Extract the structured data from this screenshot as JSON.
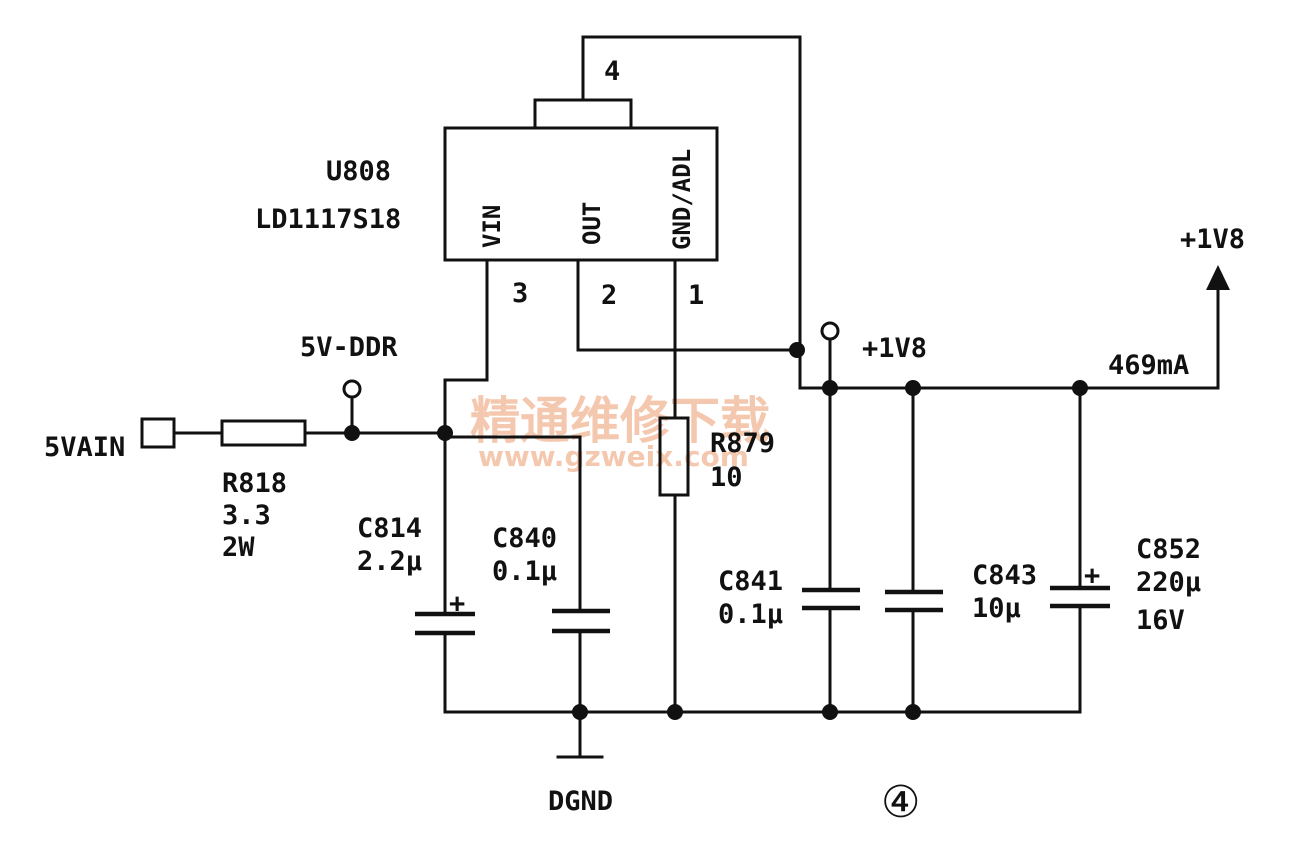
{
  "ic": {
    "ref": "U808",
    "part": "LD1117S18",
    "pins": {
      "vin": "VIN",
      "out": "OUT",
      "gnd": "GND/ADL"
    },
    "pin_numbers": {
      "tab": "4",
      "vin": "3",
      "out": "2",
      "gnd": "1"
    }
  },
  "nets": {
    "input": "5VAIN",
    "mid": "5V-DDR",
    "output_top": "+1V8",
    "output_probe": "+1V8",
    "current": "469mA",
    "ground": "DGND"
  },
  "components": {
    "r818": {
      "ref": "R818",
      "value": "3.3",
      "rating": "2W"
    },
    "r879": {
      "ref": "R879",
      "value": "10"
    },
    "c814": {
      "ref": "C814",
      "value": "2.2μ"
    },
    "c840": {
      "ref": "C840",
      "value": "0.1μ"
    },
    "c841": {
      "ref": "C841",
      "value": "0.1μ"
    },
    "c843": {
      "ref": "C843",
      "value": "10μ"
    },
    "c852": {
      "ref": "C852",
      "value": "220μ",
      "rating": "16V"
    }
  },
  "figure_number": "④",
  "watermark": {
    "line1": "精通维修下载",
    "line2": "www.gzweix.com",
    "color": "#f3bfa1"
  }
}
